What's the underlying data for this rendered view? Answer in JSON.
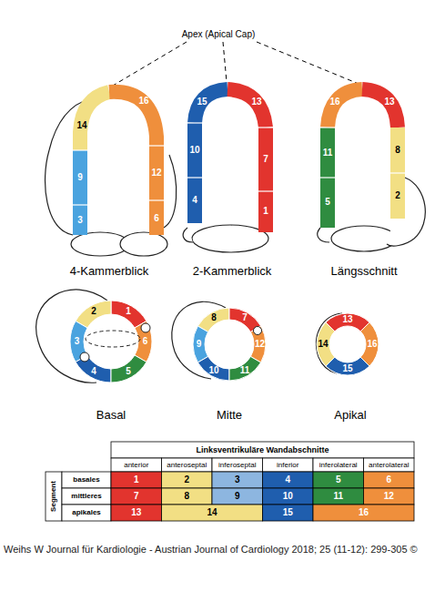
{
  "diagram": {
    "caption": "Weihs W Journal für Kardiologie - Austrian Journal of Cardiology 2018; 25 (11-12): 299-305 ©",
    "labels": [
      "Apex (Apical Cap)",
      "16",
      "14",
      "9",
      "12",
      "3",
      "6",
      "4-Kammerblick",
      "15",
      "13",
      "10",
      "7",
      "4",
      "1",
      "2-Kammerblick",
      "16",
      "13",
      "11",
      "8",
      "5",
      "2",
      "Längsschnitt",
      "1",
      "2",
      "3",
      "6",
      "4",
      "5",
      "Basal",
      "8",
      "7",
      "9",
      "12",
      "10",
      "11",
      "Mitte",
      "13",
      "14",
      "16",
      "15",
      "Apikal",
      "Linksventrikuläre Wandabschnitte",
      "anterior",
      "anteroseptal",
      "inferoseptal",
      "inferior",
      "inferolateral",
      "anterolateral",
      "Segment",
      "basales",
      "mittleres",
      "apikales",
      "1",
      "2",
      "3",
      "4",
      "5",
      "6",
      "7",
      "8",
      "9",
      "10",
      "11",
      "12",
      "13",
      "14",
      "15",
      "16"
    ]
  }
}
